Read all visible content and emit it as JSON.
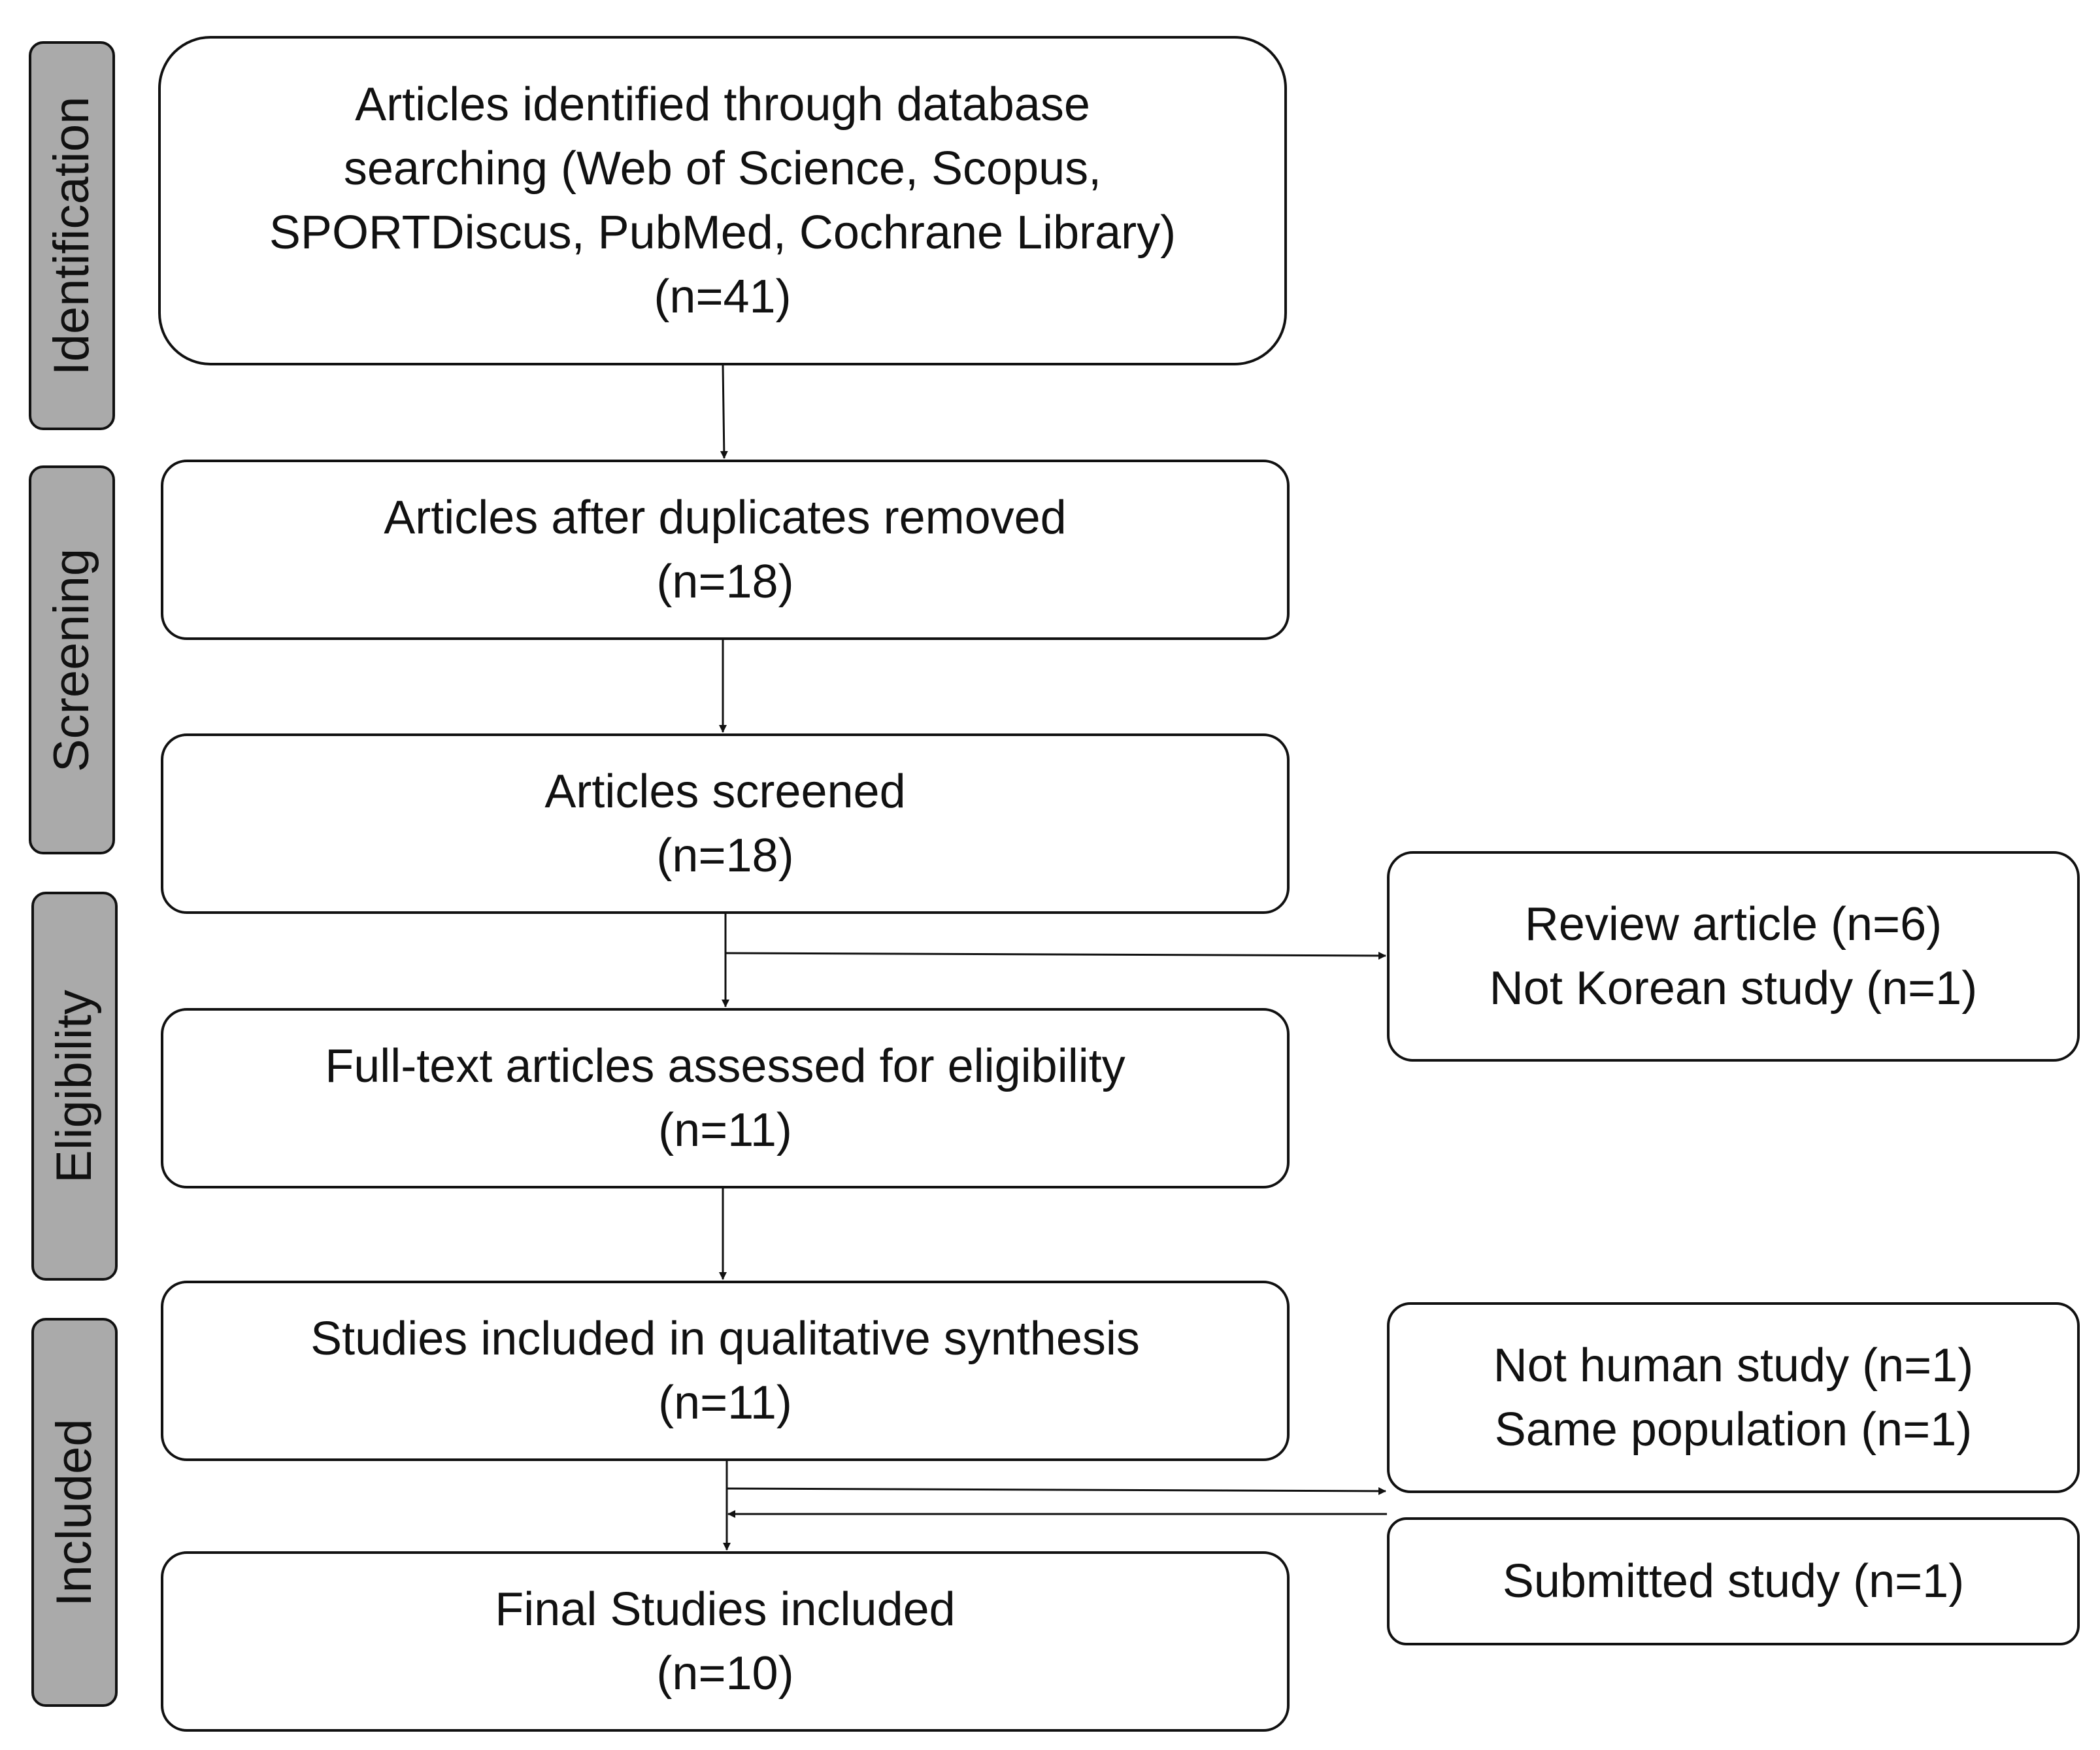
{
  "stages": {
    "identification": "Identification",
    "screening": "Screening",
    "eligibility": "Eligibility",
    "included": "Included"
  },
  "boxes": {
    "identified": {
      "lines": [
        "Articles identified through database",
        "searching (Web of Science, Scopus,",
        "SPORTDiscus, PubMed, Cochrane Library)"
      ],
      "count": "(n=41)"
    },
    "duplicates_removed": {
      "text": "Articles after duplicates removed",
      "count": "(n=18)"
    },
    "screened": {
      "text": "Articles screened",
      "count": "(n=18)"
    },
    "full_text": {
      "text": "Full-text articles assessed for eligibility",
      "count": "(n=11)"
    },
    "qualitative": {
      "text": "Studies included in qualitative synthesis",
      "count": "(n=11)"
    },
    "final": {
      "text": "Final Studies included",
      "count": "(n=10)"
    }
  },
  "side_boxes": {
    "excluded_screening": [
      "Review article (n=6)",
      "Not Korean study (n=1)"
    ],
    "excluded_included": [
      "Not human study (n=1)",
      "Same population (n=1)"
    ],
    "added": [
      "Submitted study (n=1)"
    ]
  }
}
